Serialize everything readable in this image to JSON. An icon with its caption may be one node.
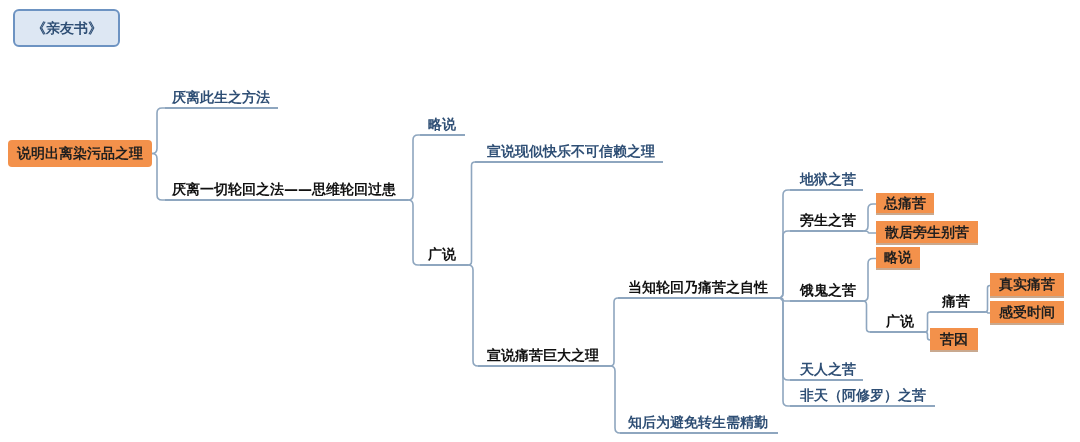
{
  "diagram": {
    "nodes": [
      {
        "text": [
          "《亲友书》"
        ]
      },
      {
        "text": [
          "说明出离染污品之理"
        ]
      },
      {
        "text": [
          "厌离此生之方法"
        ]
      },
      {
        "text": [
          "厌离一切轮回之法——思维轮回过患"
        ]
      },
      {
        "text": [
          "略说"
        ]
      },
      {
        "text": [
          "广说"
        ]
      },
      {
        "text": [
          "宣说现似快乐不可信赖之理"
        ]
      },
      {
        "text": [
          "宣说痛苦巨大之理"
        ]
      },
      {
        "text": [
          "当知轮回乃痛苦之自性"
        ]
      },
      {
        "text": [
          "知后为避免转生需精勤"
        ]
      },
      {
        "text": [
          "地狱之苦"
        ]
      },
      {
        "text": [
          "旁生之苦"
        ]
      },
      {
        "text": [
          "总痛苦"
        ]
      },
      {
        "text": [
          "散居旁生别苦"
        ]
      },
      {
        "text": [
          "饿鬼之苦"
        ]
      },
      {
        "text": [
          "略说"
        ]
      },
      {
        "text": [
          "广说"
        ]
      },
      {
        "text": [
          "痛苦"
        ]
      },
      {
        "text": [
          "真实痛苦"
        ]
      },
      {
        "text": [
          "感受时间"
        ]
      },
      {
        "text": [
          "苦因"
        ]
      },
      {
        "text": [
          "天人之苦"
        ]
      },
      {
        "text": [
          "非天（阿修罗）之苦"
        ]
      }
    ],
    "edges": [
      {
        "from": 1,
        "to": 2,
        "arrow": "none"
      },
      {
        "from": 1,
        "to": 3,
        "arrow": "none"
      },
      {
        "from": 3,
        "to": 4,
        "arrow": "none"
      },
      {
        "from": 3,
        "to": 5,
        "arrow": "none"
      },
      {
        "from": 5,
        "to": 6,
        "arrow": "none"
      },
      {
        "from": 5,
        "to": 7,
        "arrow": "none"
      },
      {
        "from": 7,
        "to": 8,
        "arrow": "none"
      },
      {
        "from": 7,
        "to": 9,
        "arrow": "none"
      },
      {
        "from": 8,
        "to": 10,
        "arrow": "none"
      },
      {
        "from": 8,
        "to": 11,
        "arrow": "none"
      },
      {
        "from": 8,
        "to": 14,
        "arrow": "none"
      },
      {
        "from": 8,
        "to": 21,
        "arrow": "none"
      },
      {
        "from": 8,
        "to": 22,
        "arrow": "none"
      },
      {
        "from": 11,
        "to": 12,
        "arrow": "none"
      },
      {
        "from": 11,
        "to": 13,
        "arrow": "none"
      },
      {
        "from": 14,
        "to": 15,
        "arrow": "none"
      },
      {
        "from": 14,
        "to": 16,
        "arrow": "none"
      },
      {
        "from": 16,
        "to": 17,
        "arrow": "none"
      },
      {
        "from": 16,
        "to": 20,
        "arrow": "none"
      },
      {
        "from": 17,
        "to": 18,
        "arrow": "none"
      },
      {
        "from": 17,
        "to": 19,
        "arrow": "none"
      }
    ]
  }
}
